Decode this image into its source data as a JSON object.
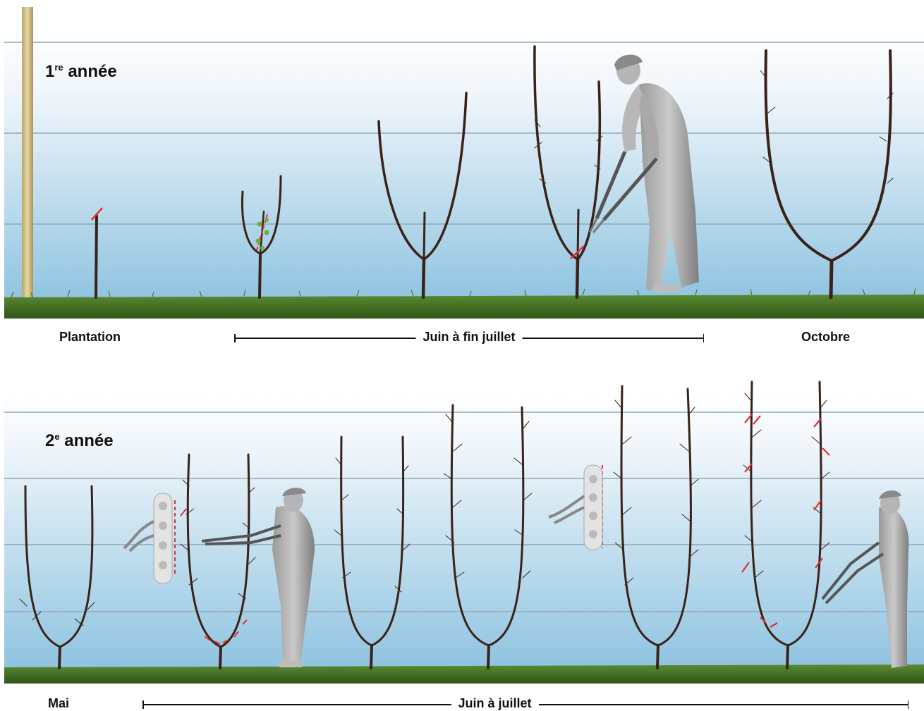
{
  "year1": {
    "title_main": "1",
    "title_sup": "re",
    "title_rest": " année"
  },
  "year2": {
    "title_main": "2",
    "title_sup": "e",
    "title_rest": " année"
  },
  "row1_labels": {
    "left": "Plantation",
    "middle": "Juin à fin juillet",
    "right": "Octobre"
  },
  "row2_labels": {
    "left": "Mai",
    "middle": "Juin à juillet"
  },
  "colors": {
    "sky_top": "#ffffff",
    "sky_bottom": "#8ec3e0",
    "grass": "#3e6b22",
    "branch": "#3a2218",
    "cut_mark": "#e53030",
    "wire": "#8fa7b5",
    "stake": "#d8c48a"
  }
}
